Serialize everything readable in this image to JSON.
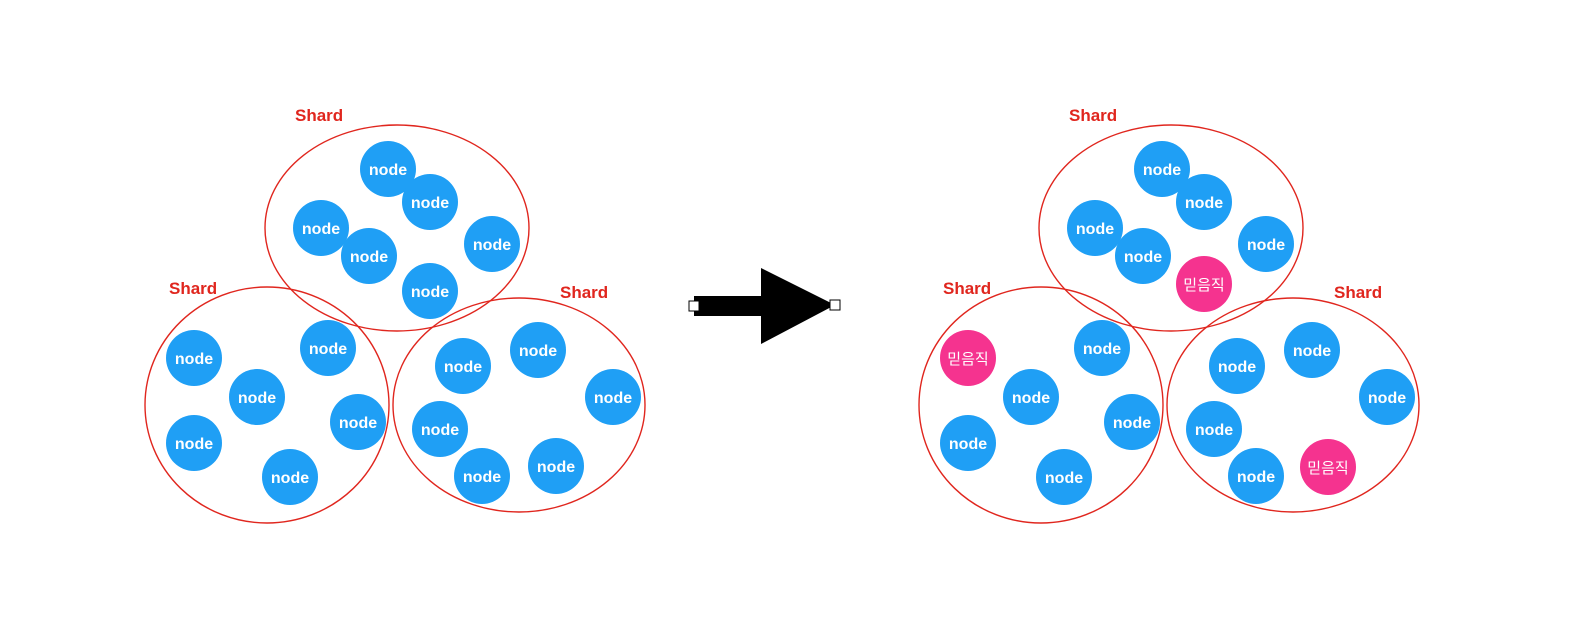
{
  "colors": {
    "node": "#1f9ff5",
    "trusted_node": "#f5338f",
    "shard_outline": "#e0261e",
    "arrow": "#000000"
  },
  "before": {
    "shards": [
      {
        "label": "Shard",
        "nodes": [
          "node",
          "node",
          "node",
          "node",
          "node",
          "node"
        ]
      },
      {
        "label": "Shard",
        "nodes": [
          "node",
          "node",
          "node",
          "node",
          "node",
          "node"
        ]
      },
      {
        "label": "Shard",
        "nodes": [
          "node",
          "node",
          "node",
          "node",
          "node",
          "node"
        ]
      }
    ]
  },
  "after": {
    "shards": [
      {
        "label": "Shard",
        "nodes": [
          "node",
          "node",
          "node",
          "node",
          "node",
          "믿음직"
        ]
      },
      {
        "label": "Shard",
        "nodes": [
          "믿음직",
          "node",
          "node",
          "node",
          "node",
          "node"
        ]
      },
      {
        "label": "Shard",
        "nodes": [
          "node",
          "node",
          "node",
          "node",
          "node",
          "믿음직"
        ]
      }
    ]
  }
}
